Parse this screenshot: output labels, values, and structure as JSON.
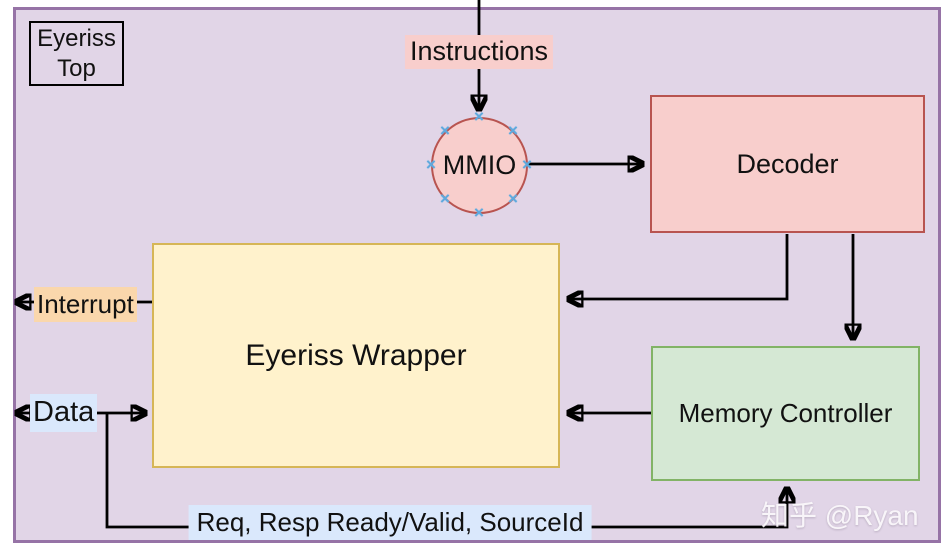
{
  "canvas": {
    "background_color": "#e1d5e7",
    "border_color": "#9673a6"
  },
  "title_box": {
    "label": "Eyeriss Top"
  },
  "nodes": [
    {
      "id": "mmio",
      "label": "MMIO",
      "shape": "circle",
      "fill": "#f8cecc",
      "stroke": "#b85450"
    },
    {
      "id": "decoder",
      "label": "Decoder",
      "shape": "rect",
      "fill": "#f8cecc",
      "stroke": "#b85450"
    },
    {
      "id": "wrapper",
      "label": "Eyeriss Wrapper",
      "shape": "rect",
      "fill": "#fff2cc",
      "stroke": "#d6b656"
    },
    {
      "id": "memctrl",
      "label": "Memory Controller",
      "shape": "rect",
      "fill": "#d5e8d4",
      "stroke": "#82b366"
    }
  ],
  "edge_labels": [
    {
      "id": "instructions",
      "label": "Instructions",
      "highlight": "#f8cecc"
    },
    {
      "id": "interrupt",
      "label": "Interrupt",
      "highlight": "#fad7ac"
    },
    {
      "id": "data",
      "label": "Data",
      "highlight": "#dae8fc"
    },
    {
      "id": "bus",
      "label": "Req, Resp Ready/Valid, SourceId",
      "highlight": "#dae8fc"
    }
  ],
  "icons": {
    "connection_point": "×",
    "connection_point_color": "#5fa9dd"
  },
  "edge_color": "#000000",
  "watermark": {
    "text": "知乎 @Ryan"
  }
}
